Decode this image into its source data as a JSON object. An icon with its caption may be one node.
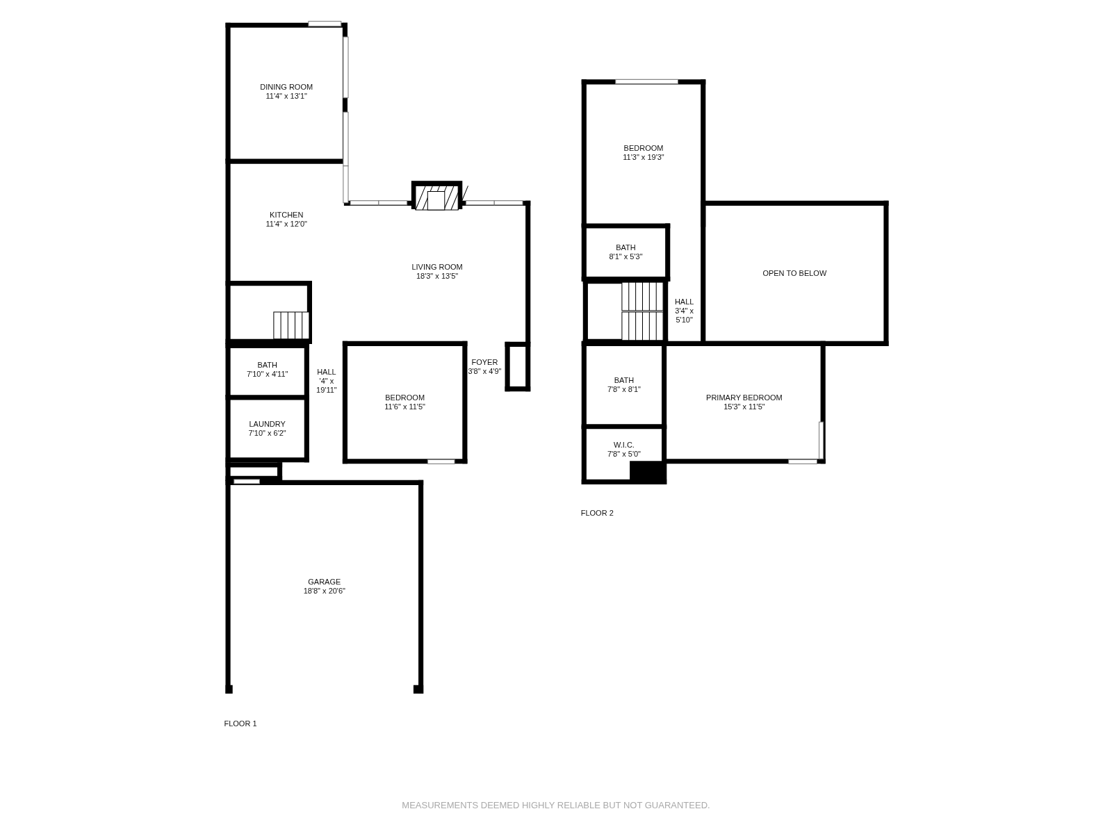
{
  "diagram": {
    "nodes": [
      {
        "text": [
          "DINING ROOM",
          "11'4\" x 13'1\""
        ]
      },
      {
        "text": [
          "KITCHEN",
          "11'4\" x 12'0\""
        ]
      },
      {
        "text": [
          "LIVING ROOM",
          "18'3\" x 13'5\""
        ]
      },
      {
        "text": [
          "HALL",
          "'4\" x 19'11\""
        ]
      },
      {
        "text": [
          "BATH",
          "7'10\" x 4'11\""
        ]
      },
      {
        "text": [
          "LAUNDRY",
          "7'10\" x 6'2\""
        ]
      },
      {
        "text": [
          "BEDROOM",
          "11'6\" x 11'5\""
        ]
      },
      {
        "text": [
          "FOYER",
          "3'8\" x 4'9\""
        ]
      },
      {
        "text": [
          "GARAGE",
          "18'8\" x 20'6\""
        ]
      },
      {
        "text": [
          "BEDROOM",
          "11'3\" x 19'3\""
        ]
      },
      {
        "text": [
          "BATH",
          "8'1\" x 5'3\""
        ]
      },
      {
        "text": [
          "HALL",
          "3'4\" x 5'10\""
        ]
      },
      {
        "text": [
          "OPEN TO BELOW"
        ]
      },
      {
        "text": [
          "BATH",
          "7'8\" x 8'1\""
        ]
      },
      {
        "text": [
          "W.I.C.",
          "7'8\" x 5'0\""
        ]
      },
      {
        "text": [
          "PRIMARY BEDROOM",
          "15'3\" x 11'5\""
        ]
      }
    ],
    "edges": [],
    "labels": [
      "FLOOR 1",
      "FLOOR 2",
      "MEASUREMENTS DEEMED HIGHLY RELIABLE BUT NOT GUARANTEED."
    ]
  }
}
